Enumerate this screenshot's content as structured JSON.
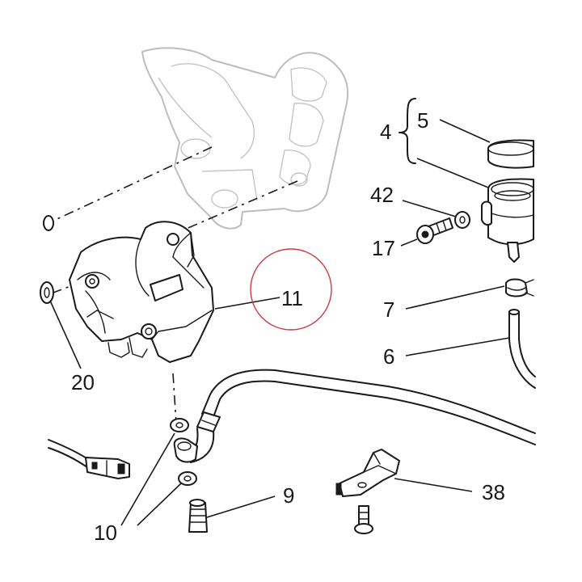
{
  "callouts": {
    "c4": "4",
    "c5": "5",
    "c42": "42",
    "c17": "17",
    "c11": "11",
    "c7": "7",
    "c6": "6",
    "c20": "20",
    "c9": "9",
    "c38": "38",
    "c10": "10"
  },
  "highlight": {
    "target": "11",
    "color": "#cc3b4a"
  },
  "colors": {
    "ink": "#1a1a1a",
    "frame_ghost": "#bdbdbd",
    "background": "#ffffff"
  }
}
